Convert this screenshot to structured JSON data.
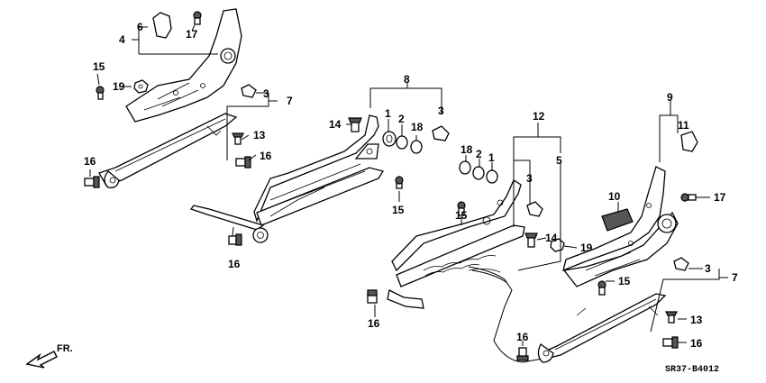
{
  "diagram_code": "SR37-B4012",
  "front_indicator": "FR.",
  "callouts": {
    "c6": "6",
    "c4": "4",
    "c17a": "17",
    "c15a": "15",
    "c19a": "19",
    "c3a": "3",
    "c7a": "7",
    "c13a": "13",
    "c16a": "16",
    "c16b": "16",
    "c16c": "16",
    "c8": "8",
    "c14a": "14",
    "c1a": "1",
    "c2a": "2",
    "c18a": "18",
    "c3b": "3",
    "c15b": "15",
    "c12": "12",
    "c5": "5",
    "c18b": "18",
    "c2b": "2",
    "c1b": "1",
    "c3c": "3",
    "c15c": "15",
    "c14b": "14",
    "c19b": "19",
    "c16d": "16",
    "c16e": "16",
    "c9": "9",
    "c11": "11",
    "c10": "10",
    "c17b": "17",
    "c15d": "15",
    "c3d": "3",
    "c7b": "7",
    "c13b": "13",
    "c16f": "16"
  }
}
